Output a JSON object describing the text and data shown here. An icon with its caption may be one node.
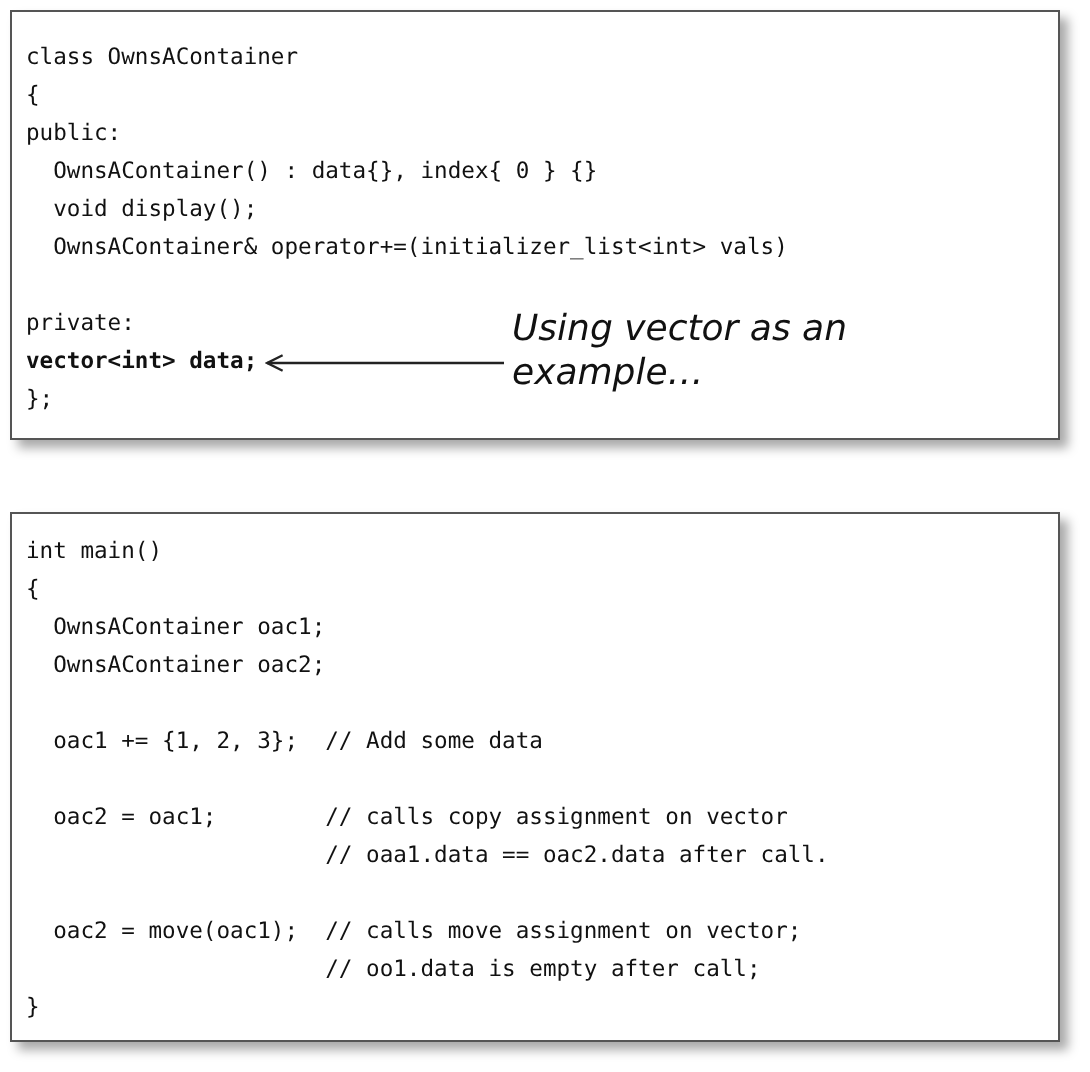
{
  "diagram": {
    "nodes": [
      {
        "text": [
          "class OwnsAContainer",
          "{",
          "public:",
          "  OwnsAContainer() : data{}, index{ 0 } {}",
          "  void display();",
          "  OwnsAContainer& operator+=(initializer_list<int> vals)",
          "private:",
          "};"
        ]
      },
      {
        "text": [
          "vector<int> data;"
        ],
        "in": 0
      },
      {
        "text": [
          "Using vector as an example…"
        ],
        "in": 0
      },
      {
        "text": [
          "int main()",
          "{",
          "  OwnsAContainer oac1;",
          "  OwnsAContainer oac2;",
          "  oac1 += {1, 2, 3};  // Add some data",
          "  oac2 = oac1;        // calls copy assignment on vector",
          "                      // oaa1.data == oac2.data after call.",
          "  oac2 = move(oac1);  // calls move assignment on vector;",
          "                      // oo1.data is empty after call;",
          "}"
        ]
      }
    ],
    "edges": [
      {
        "from": 2,
        "to": 1,
        "arrow": "to"
      }
    ]
  }
}
